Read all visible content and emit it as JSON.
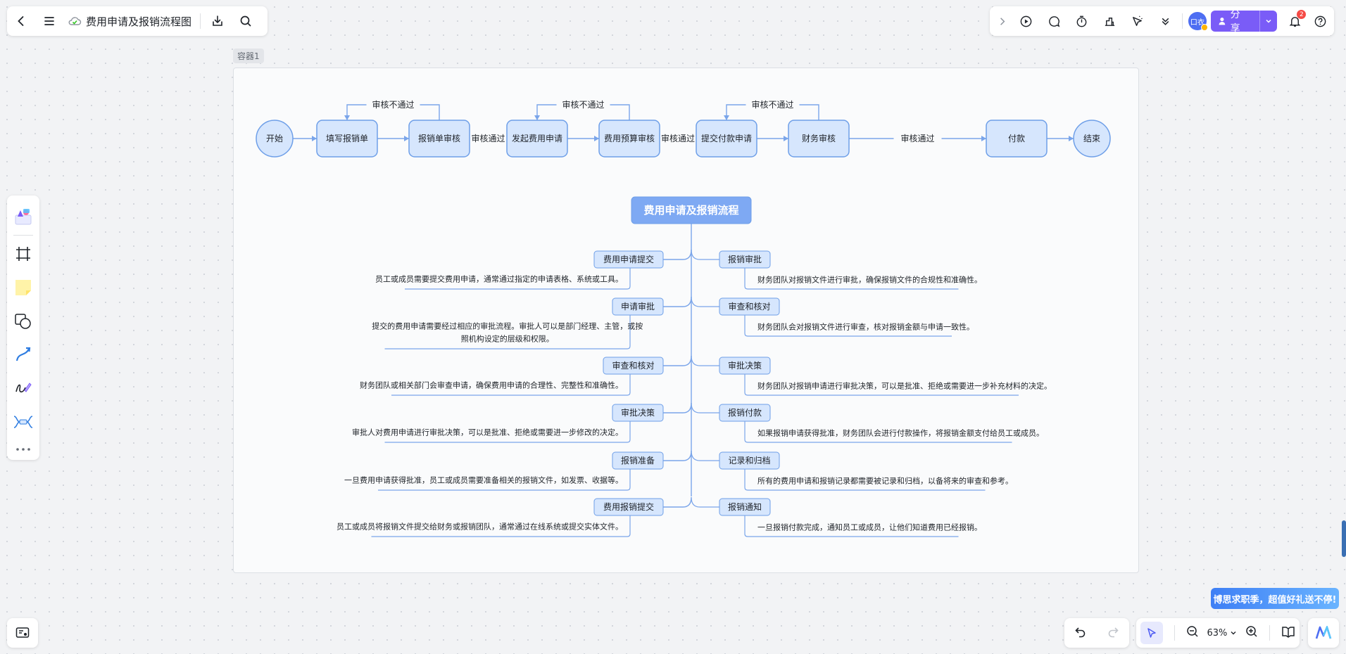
{
  "header": {
    "doc_title": "费用申请及报销流程图"
  },
  "toolbar_right": {
    "avatar_text": "口衣",
    "share_label": "分享",
    "notification_count": "2"
  },
  "container": {
    "label": "容器1"
  },
  "flow": {
    "nodes": [
      {
        "id": "start",
        "label": "开始",
        "kind": "circle"
      },
      {
        "id": "fill",
        "label": "填写报销单",
        "kind": "box"
      },
      {
        "id": "review1",
        "label": "报销单审核",
        "kind": "box"
      },
      {
        "id": "apply",
        "label": "发起费用申请",
        "kind": "box"
      },
      {
        "id": "budget",
        "label": "费用预算审核",
        "kind": "box"
      },
      {
        "id": "submitpay",
        "label": "提交付款申请",
        "kind": "box"
      },
      {
        "id": "finance",
        "label": "财务审核",
        "kind": "box"
      },
      {
        "id": "pay",
        "label": "付款",
        "kind": "box"
      },
      {
        "id": "end",
        "label": "结束",
        "kind": "circle"
      }
    ],
    "pass_label": "审核通过",
    "fail_label": "审核不通过"
  },
  "mindmap": {
    "root": "费用申请及报销流程",
    "left": [
      {
        "title": "费用申请提交",
        "desc": [
          "员工或成员需要提交费用申请，通常通过指定的申请表格、系统或工具。"
        ]
      },
      {
        "title": "申请审批",
        "desc": [
          "提交的费用申请需要经过相应的审批流程。审批人可以是部门经理、主管，或按",
          "照机构设定的层级和权限。"
        ]
      },
      {
        "title": "审查和核对",
        "desc": [
          "财务团队或相关部门会审查申请，确保费用申请的合理性、完整性和准确性。"
        ]
      },
      {
        "title": "审批决策",
        "desc": [
          "审批人对费用申请进行审批决策，可以是批准、拒绝或需要进一步修改的决定。"
        ]
      },
      {
        "title": "报销准备",
        "desc": [
          "一旦费用申请获得批准，员工或成员需要准备相关的报销文件，如发票、收据等。"
        ]
      },
      {
        "title": "费用报销提交",
        "desc": [
          "员工或成员将报销文件提交给财务或报销团队，通常通过在线系统或提交实体文件。"
        ]
      }
    ],
    "right": [
      {
        "title": "报销审批",
        "desc": [
          "财务团队对报销文件进行审批，确保报销文件的合规性和准确性。"
        ]
      },
      {
        "title": "审查和核对",
        "desc": [
          "财务团队会对报销文件进行审查，核对报销金额与申请一致性。"
        ]
      },
      {
        "title": "审批决策",
        "desc": [
          "财务团队对报销申请进行审批决策，可以是批准、拒绝或需要进一步补充材料的决定。"
        ]
      },
      {
        "title": "报销付款",
        "desc": [
          "如果报销申请获得批准，财务团队会进行付款操作，将报销金额支付给员工或成员。"
        ]
      },
      {
        "title": "记录和归档",
        "desc": [
          "所有的费用申请和报销记录都需要被记录和归档，以备将来的审查和参考。"
        ]
      },
      {
        "title": "报销通知",
        "desc": [
          "一旦报销付款完成，通知员工或成员，让他们知道费用已经报销。"
        ]
      }
    ]
  },
  "zoom": {
    "level": "63%"
  },
  "promo": {
    "text": "博思求职季，超值好礼送不停!"
  },
  "colors": {
    "node_fill": "#d6e6fd",
    "node_stroke": "#6e9fe8",
    "line": "#7aa5ea",
    "root_fill": "#7ea9f3",
    "accent": "#7a5cf7"
  }
}
